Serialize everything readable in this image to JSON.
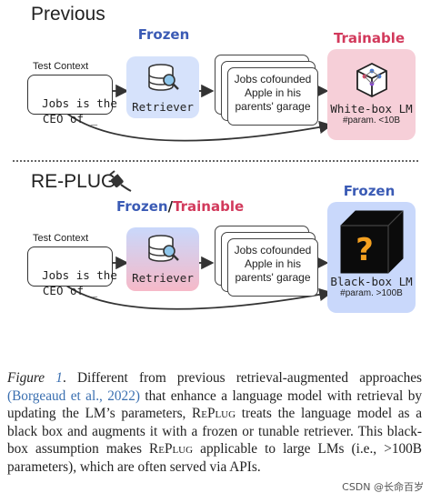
{
  "previous": {
    "title": "Previous",
    "frozen_label": "Frozen",
    "trainable_label": "Trainable",
    "test_context_label": "Test Context",
    "input_text": "Jobs is the\nCEO of _",
    "retriever_label": "Retriever",
    "doc_text": "Jobs cofounded Apple in his parents' garage",
    "lm_label": "White-box LM",
    "lm_param": "#param. <10B"
  },
  "replug": {
    "title": "RE-PLUG",
    "frozen_label": "Frozen",
    "slash": "/",
    "trainable_label": "Trainable",
    "lm_frozen_label": "Frozen",
    "test_context_label": "Test Context",
    "input_text": "Jobs is the\nCEO of _",
    "retriever_label": "Retriever",
    "doc_text": "Jobs cofounded Apple in his parents' garage",
    "lm_label": "Black-box LM",
    "lm_param": "#param. >100B",
    "question_mark": "?"
  },
  "caption": {
    "figure": "Figure",
    "number": "1",
    "text_a": ". Different from previous retrieval-augmented approaches ",
    "citation": "(Borgeaud et al., 2022)",
    "text_b": " that enhance a language model with retrieval by updating the LM’s parameters, ",
    "replug_1": "RePlug",
    "text_c": " treats the language model as a black box and augments it with a frozen or tunable retriever. This black-box assumption makes ",
    "replug_2": "RePlug",
    "text_d": " applicable to large LMs (i.e., >100B parameters), which are often served via APIs."
  },
  "watermark": "CSDN @长命百岁️",
  "colors": {
    "frozen": "#3b5bb5",
    "trainable": "#d23a5c",
    "retriever_fill": "#d6e2fb",
    "white_lm_fill": "#f6cfd8",
    "black_lm_fill": "#c9d8fb",
    "citation": "#3a6fb0"
  },
  "icons": [
    "database-icon",
    "magnifier-icon",
    "neural-network-cube-icon",
    "plug-icon",
    "black-cube-question-icon"
  ]
}
